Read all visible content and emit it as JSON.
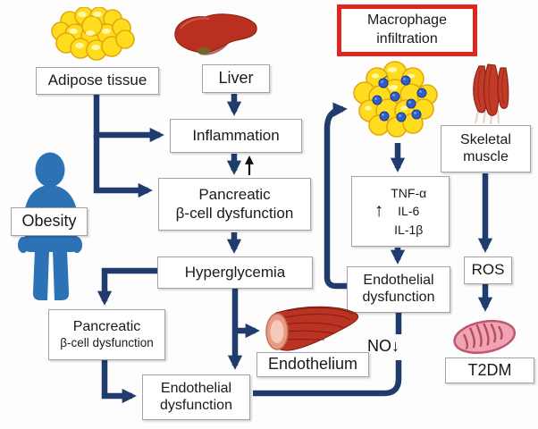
{
  "title": "Obesity, inflammation and endothelial dysfunction pathway diagram",
  "nodes": {
    "adipose_tissue": {
      "label": "Adipose tissue"
    },
    "liver": {
      "label": "Liver"
    },
    "inflammation": {
      "label": "Inflammation"
    },
    "pancreatic_center": {
      "line1": "Pancreatic",
      "line2": "β-cell dysfunction"
    },
    "hyperglycemia": {
      "label": "Hyperglycemia"
    },
    "obesity": {
      "label": "Obesity"
    },
    "pancreatic_left": {
      "line1": "Pancreatic",
      "line2": "β-cell dysfunction"
    },
    "endothelial_bottom": {
      "line1": "Endothelial",
      "line2": "dysfunction"
    },
    "endothelium": {
      "label": "Endothelium"
    },
    "macrophage_infiltration": {
      "line1": "Macrophage",
      "line2": "infiltration"
    },
    "cytokines": {
      "up_arrow": "↑",
      "line1": "TNF-α",
      "line2": "IL-6",
      "line3": "IL-1β"
    },
    "endothelial_right": {
      "line1": "Endothelial",
      "line2": "dysfunction"
    },
    "skeletal_muscle": {
      "line1": "Skeletal",
      "line2": "muscle"
    },
    "ros": {
      "label": "ROS"
    },
    "t2dm": {
      "label": "T2DM"
    }
  },
  "annotations": {
    "no_decrease_label": "NO",
    "no_decrease_arrow": "↓",
    "reinforce_up_arrow": "↑"
  },
  "icons": {
    "adipose_tissue_icon": "yellow fat-cell cluster",
    "liver_icon": "red liver organ",
    "obese_person_icon": "blue obese human silhouette",
    "macrophage_adipose_icon": "yellow adipose cluster with blue macrophage nuclei",
    "skeletal_muscle_icon": "red muscle fiber bundle",
    "blood_vessel_icon": "red endothelium vessel segment",
    "mitochondria_icon": "pink mitochondrion"
  },
  "colors": {
    "arrow_navy": "#1f3c6d",
    "box_border_gray": "#a3a3a3",
    "alert_red": "#e0251f",
    "person_blue": "#2c72b5",
    "adipose_yellow": "#ffdd1e",
    "organ_red": "#b92f20",
    "nucleus_blue": "#2e5ec6",
    "mitochondria_pink": "#f0a4b2",
    "text_black": "#1a1a1a"
  }
}
